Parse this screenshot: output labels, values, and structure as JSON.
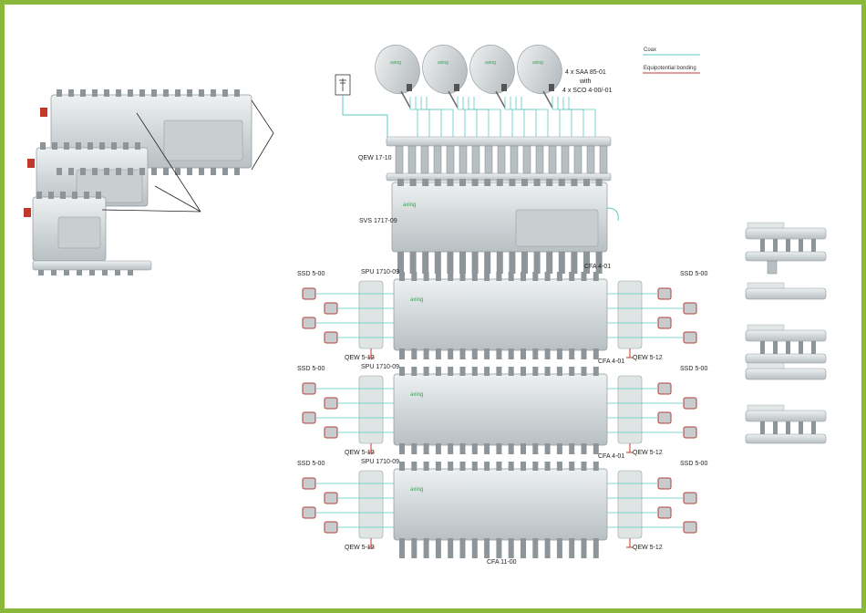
{
  "legend": {
    "coax": "Coax",
    "bonding": "Equipotential bonding",
    "coax_color": "#5ec8c0",
    "bonding_color": "#c0392b"
  },
  "dish_brand": "axing",
  "dishes_label_1": "4 x SAA 85-01",
  "dishes_label_2": "with",
  "dishes_label_3": "4 x SCO 4-00/-01",
  "qew_top": "QEW 17-10",
  "svs": "SVS 1717-09",
  "cfa_top": "CFA 4-01",
  "cfa_mid": "CFA 4-01",
  "cfa_bottom": "CFA 11-00",
  "spu_label": "SPU 1710-09",
  "ssd_label": "SSD 5-00",
  "qew_side": "QEW 5-12",
  "colors": {
    "frame": "#8ab83a",
    "device": "#d6dcde",
    "device_dark": "#9ea6a9",
    "logo": "#3aa35a",
    "coax": "#5ec8c0",
    "ground": "#c0392b"
  }
}
